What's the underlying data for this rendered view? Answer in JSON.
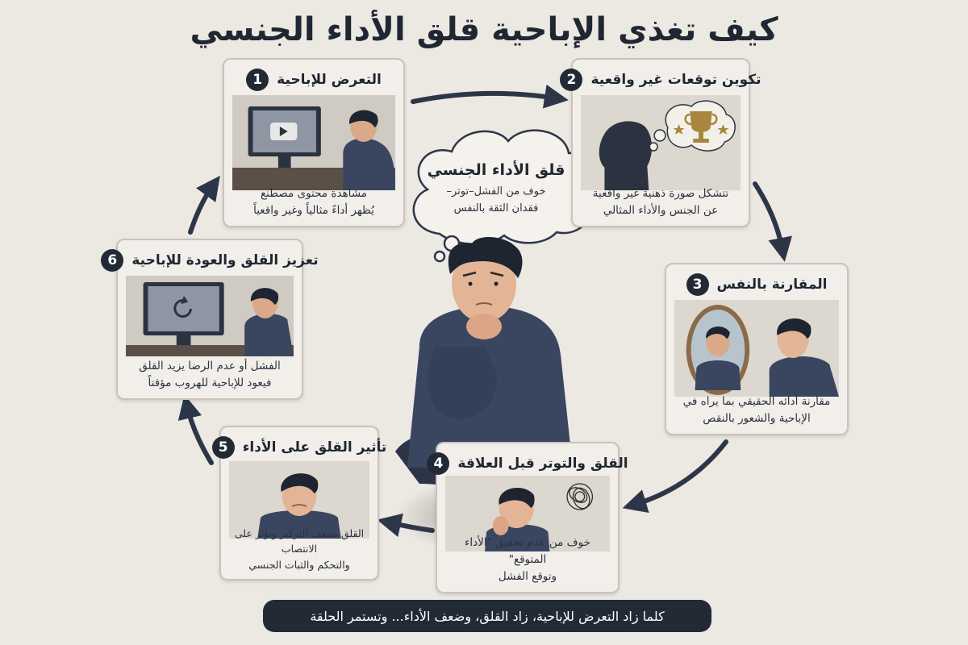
{
  "title": "كيف تغذي الإباحية قلق الأداء الجنسي",
  "center_cloud": {
    "title": "قلق الأداء الجنسي",
    "line1": "خوف من الفشل–توتر–",
    "line2": "فقدان الثقة بالنفس"
  },
  "steps": [
    {
      "number": "1",
      "title": "التعرض للإباحية",
      "line1": "مشاهدة محتوى مصطنع",
      "line2": "يُظهر أداءً مثالياً وغير واقعياً"
    },
    {
      "number": "2",
      "title": "تكوين توقعات غير واقعية",
      "line1": "تتشكل صورة ذهنية غير واقعية",
      "line2": "عن الجنس والأداء المثالي"
    },
    {
      "number": "3",
      "title": "المقارنة بالنفس",
      "line1": "مقارنة أدائه الحقيقي بما يراه في",
      "line2": "الإباحية والشعور بالنقص"
    },
    {
      "number": "4",
      "title": "القلق والتوتر قبل العلاقة",
      "line1": "خوف من عدم تحقيق \"الأداء المتوقع\"",
      "line2": "وتوقع الفشل"
    },
    {
      "number": "5",
      "title": "تأثير القلق على الأداء",
      "line1": "القلق يضعف التركيز ويؤثر على الانتصاب",
      "line2": "والتحكم والثبات الجنسي"
    },
    {
      "number": "6",
      "title": "تعزيز القلق والعودة للإباحية",
      "line1": "الفشل أو عدم الرضا يزيد القلق",
      "line2": "فيعود للإباحية للهروب مؤقتاً"
    }
  ],
  "footer": "كلما زاد التعرض للإباحية، زاد القلق، وضعف الأداء... وتستمر الحلقة",
  "colors": {
    "dark": "#222a36",
    "background": "#ece8e2",
    "card": "#f2efea",
    "shirt": "#3a4660",
    "trophy": "#a9863e"
  },
  "icons": [
    "play-icon",
    "trophy-icon",
    "star-icon",
    "refresh-icon",
    "tangle-icon",
    "cycle-arrow"
  ]
}
